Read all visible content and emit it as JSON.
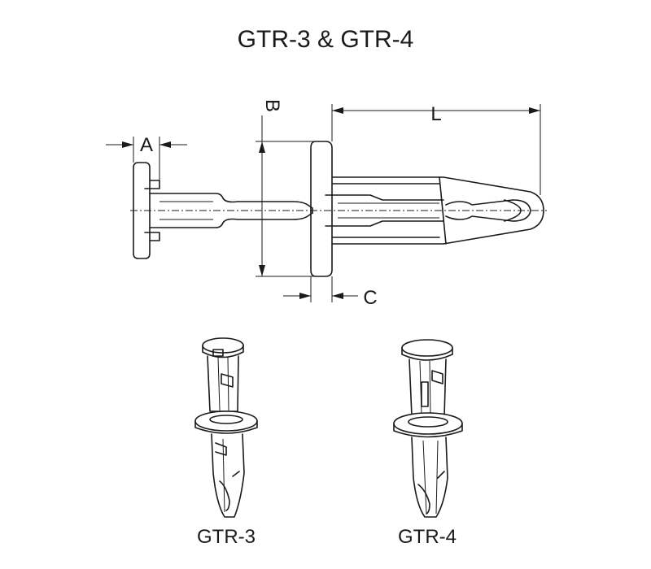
{
  "title": "GTR-3 & GTR-4",
  "dimensions": {
    "a": "A",
    "b": "B",
    "c": "C",
    "l": "L"
  },
  "captions": {
    "gtr3": "GTR-3",
    "gtr4": "GTR-4"
  },
  "colors": {
    "line": "#1a1a1a",
    "background": "#ffffff"
  }
}
